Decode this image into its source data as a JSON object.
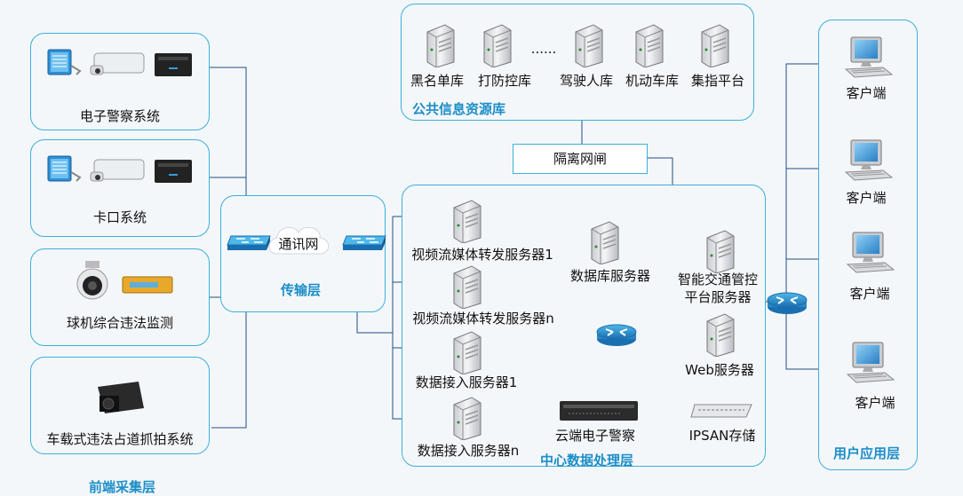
{
  "title": "",
  "layers": {
    "frontend": "前端采集层",
    "transport": "传输层",
    "public_db": "公共信息资源库",
    "center": "中心数据处理层",
    "user": "用户应用层"
  },
  "frontend_systems": [
    "电子警察系统",
    "卡口系统",
    "球机综合违法监测",
    "车载式违法占道抓拍系统"
  ],
  "transport": {
    "cloud": "通讯网"
  },
  "public_db": {
    "items": [
      "黑名单库",
      "打防控库",
      "驾驶人库",
      "机动车库",
      "集指平台"
    ],
    "ellipsis": "......"
  },
  "gate": "隔离网闸",
  "center": {
    "servers": [
      "视频流媒体转发服务器1",
      "视频流媒体转发服务器n",
      "数据接入服务器1",
      "数据接入服务器n"
    ],
    "db_server": "数据库服务器",
    "mgmt_server": [
      "智能交通管控",
      "平台服务器"
    ],
    "web_server": "Web服务器",
    "cloud_police": "云端电子警察",
    "ipsan": "IPSAN存储"
  },
  "clients": [
    "客户端",
    "客户端",
    "客户端",
    "客户端"
  ],
  "colors": {
    "border": "#3bb0d8",
    "layer_text": "#1c8ec7",
    "line": "#1f4f82"
  }
}
